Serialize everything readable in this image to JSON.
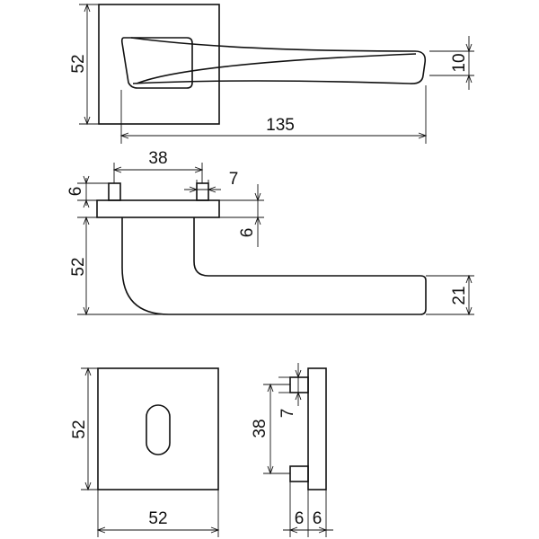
{
  "dimensions": {
    "top_rose_height": "52",
    "lever_thickness": "10",
    "lever_length": "135",
    "spindle_spacing": "38",
    "pin_width": "7",
    "pin_height": "6",
    "rose_thickness": "6",
    "lever_drop": "52",
    "lever_end_height": "21",
    "key_rose_height": "52",
    "key_rose_width": "52",
    "side_spacing": "38",
    "side_pin": "7",
    "side_pin_depth": "6",
    "side_plate_depth": "6"
  }
}
